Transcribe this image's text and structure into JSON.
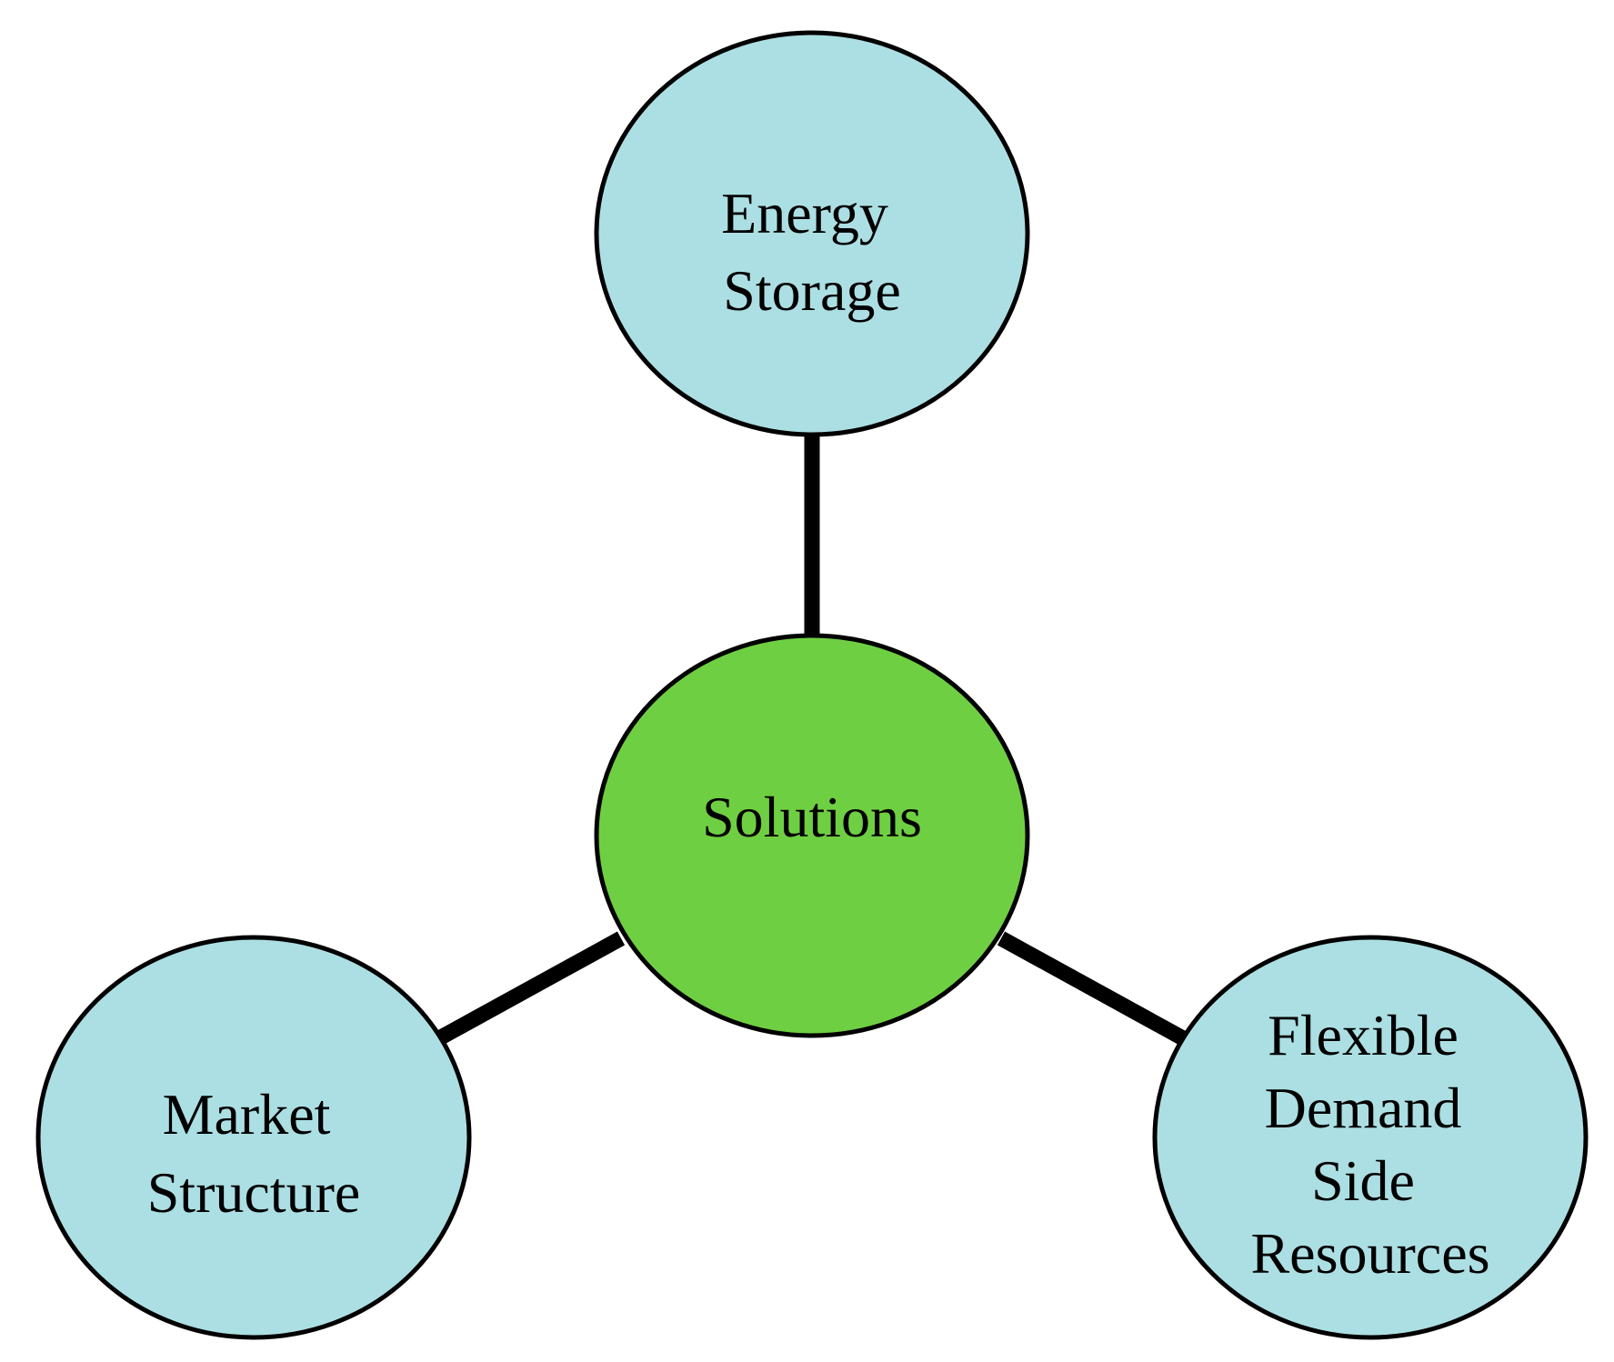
{
  "diagram": {
    "center": {
      "label_lines": [
        "Solutions"
      ]
    },
    "nodes": [
      {
        "id": "energy-storage",
        "label_lines": [
          "Energy",
          "Storage"
        ]
      },
      {
        "id": "market-structure",
        "label_lines": [
          "Market",
          "Structure"
        ]
      },
      {
        "id": "flexible-demand-side-resources",
        "label_lines": [
          "Flexible",
          "Demand",
          "Side",
          "Resources"
        ]
      }
    ],
    "colors": {
      "center_fill": "#6fcf42",
      "node_fill": "#acdfe3",
      "stroke": "#000000",
      "background": "#ffffff"
    }
  }
}
